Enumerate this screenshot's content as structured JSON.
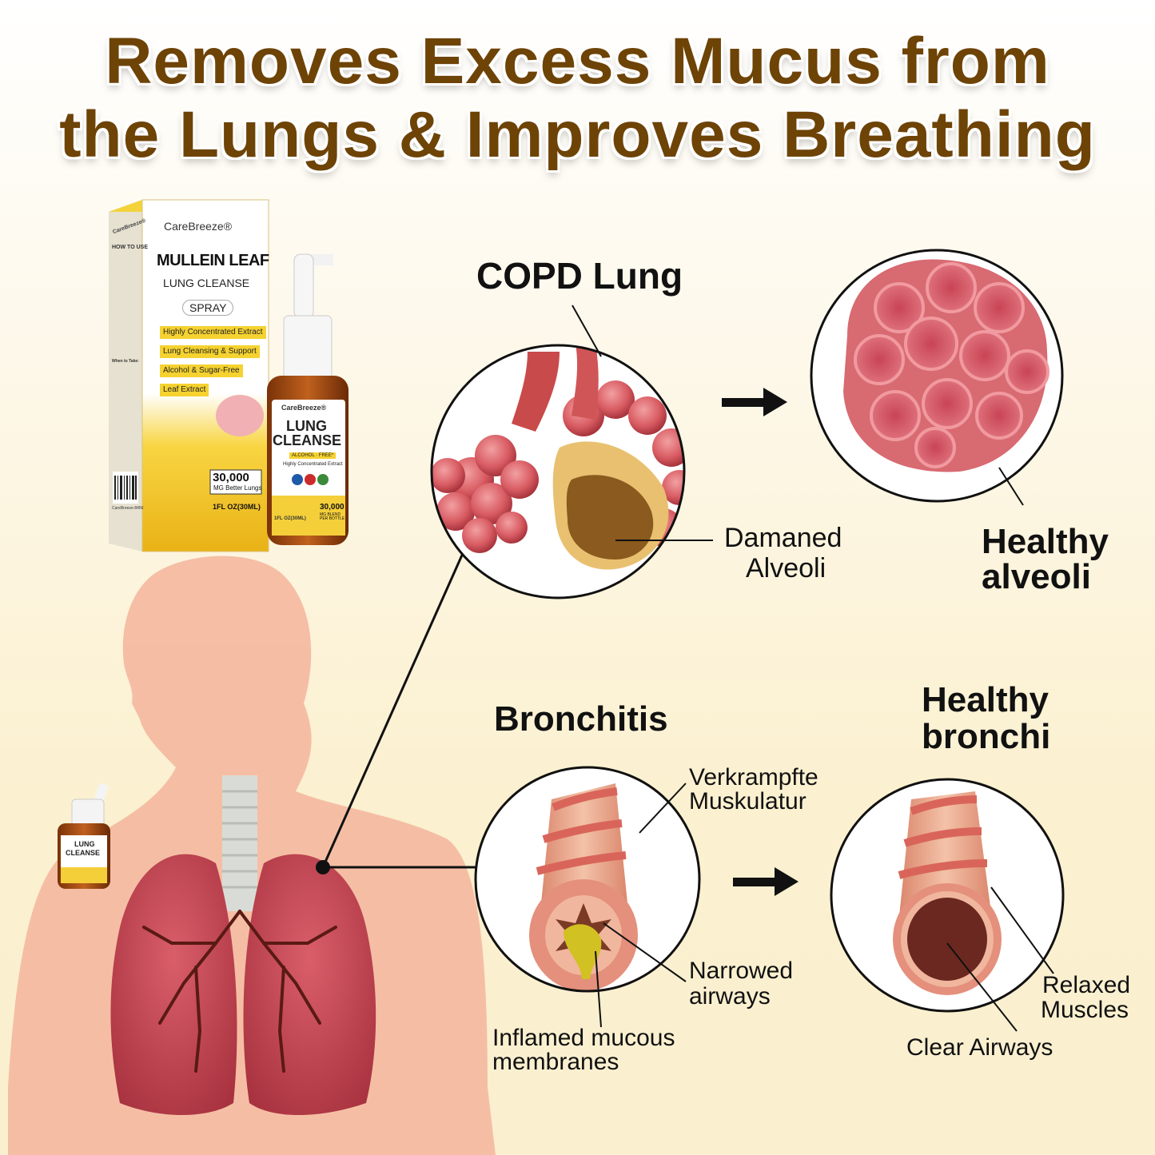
{
  "headline": {
    "line1": "Removes Excess Mucus from",
    "line2": "the Lungs & Improves Breathing"
  },
  "box": {
    "brand": "CareBreeze®",
    "brand_small": "CareBreeze®",
    "title": "MULLEIN LEAF",
    "subtitle": "LUNG CLEANSE",
    "form": "SPRAY",
    "features": [
      "Highly Concentrated Extract",
      "Lung Cleansing & Support",
      "Alcohol & Sugar-Free",
      "Leaf Extract"
    ],
    "side_heading": "HOW TO USE",
    "side_when": "When to Take:",
    "dose": "30,000",
    "dose_sub": "MG Better Lungs",
    "volume": "1FL OZ(30ML)",
    "barcode_text": "CareBreeze-8456"
  },
  "bottle": {
    "brand": "CareBreeze®",
    "name_line1": "LUNG",
    "name_line2": "CLEANSE",
    "tag1": "ALCOHOL · FREE*",
    "tag2": "Highly Concentrated Extract",
    "volume": "1FL OZ(30ML)",
    "dose": "30,000",
    "dose_sub": "MG BLEND PER BOTTLE"
  },
  "small_bottle": {
    "name_line1": "LUNG",
    "name_line2": "CLEANSE"
  },
  "sections": {
    "copd_title": "COPD Lung",
    "damaged_line1": "Damaned",
    "damaged_line2": "Alveoli",
    "healthy_alveoli_line1": "Healthy",
    "healthy_alveoli_line2": "alveoli",
    "bronchitis_title": "Bronchitis",
    "healthy_bronchi_line1": "Healthy",
    "healthy_bronchi_line2": "bronchi",
    "muscle_line1": "Verkrampfte",
    "muscle_line2": "Muskulatur",
    "narrowed_line1": "Narrowed",
    "narrowed_line2": "airways",
    "inflamed_line1": "Inflamed mucous",
    "inflamed_line2": "membranes",
    "relaxed_line1": "Relaxed",
    "relaxed_line2": "Muscles",
    "clear": "Clear Airways"
  },
  "colors": {
    "headline": "#6e4306",
    "box_yellow": "#f6cc1d",
    "lung": "#b8434f",
    "bronchus": "#e8a58c",
    "body": "#f2b8a0"
  }
}
